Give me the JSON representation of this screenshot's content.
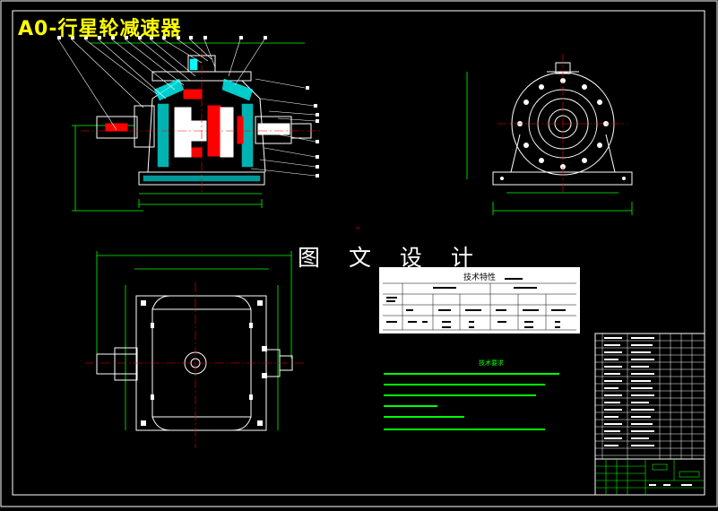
{
  "drawing": {
    "title": "A0-行星轮减速器",
    "watermark": "图 文 设 计"
  },
  "spec_table": {
    "title": "技术特性"
  },
  "requirements": {
    "title": "技术要求"
  },
  "colors": {
    "background": "#000000",
    "outline": "#ffffff",
    "dimension": "#00ff00",
    "section": "#00ffff",
    "cut": "#ff0000",
    "title": "#ffff00",
    "leader": "#ffffff"
  }
}
